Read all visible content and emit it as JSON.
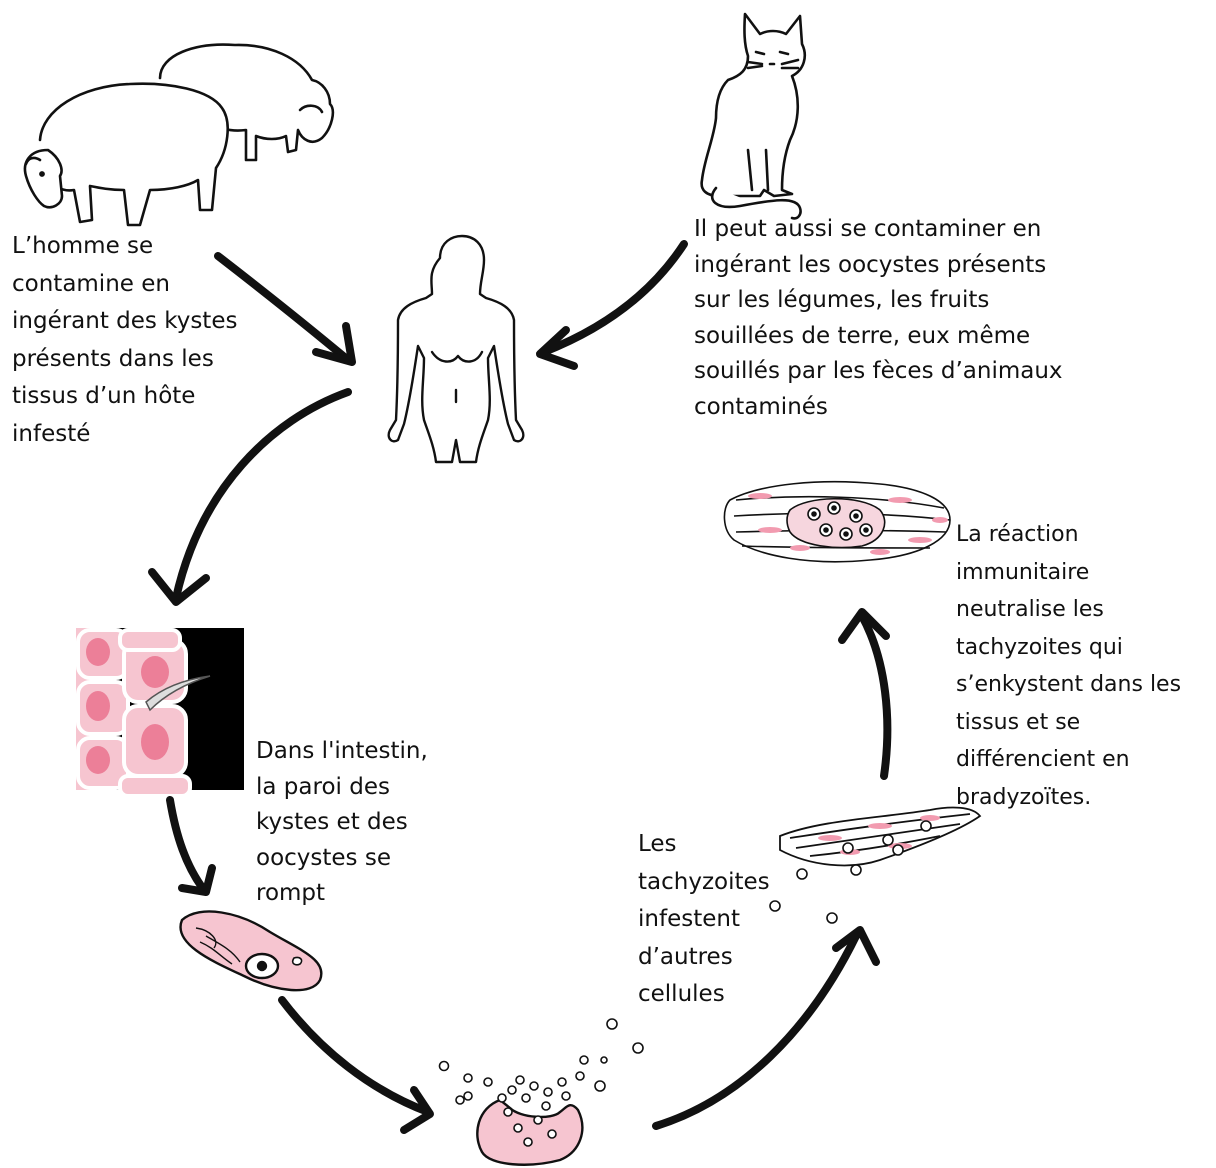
{
  "captions": {
    "ingestion_kystes": [
      "L’homme se",
      "contamine en",
      "ingérant des kystes",
      "présents dans les",
      "tissus d’un hôte",
      "infesté"
    ],
    "ingestion_oocystes": [
      "Il peut aussi se contaminer en",
      "ingérant les oocystes présents",
      "sur les légumes, les fruits",
      "souillées de terre, eux même",
      "souillés par les fèces d’animaux",
      "contaminés"
    ],
    "intestin": [
      "Dans l'intestin,",
      "la paroi des",
      "kystes et des",
      "oocystes se",
      "rompt"
    ],
    "tachyzoites": [
      "Les",
      "tachyzoites",
      "infestent",
      "d’autres",
      "cellules"
    ],
    "reaction": [
      "La réaction",
      "immunitaire",
      "neutralise les",
      "tachyzoites qui",
      "s’enkystent dans les",
      "tissus et se",
      "différencient en",
      "bradyzoïtes."
    ]
  },
  "icons": [
    "sheep-pair-icon",
    "cat-icon",
    "human-figure-icon",
    "intestinal-cells-icon",
    "parasite-cell-icon",
    "bursting-cell-icon",
    "infected-tissue-icon",
    "tissue-cyst-icon"
  ],
  "colors": {
    "line": "#111111",
    "pink": "#f4a7b9",
    "pink_dark": "#ec7f98",
    "black": "#000000"
  }
}
